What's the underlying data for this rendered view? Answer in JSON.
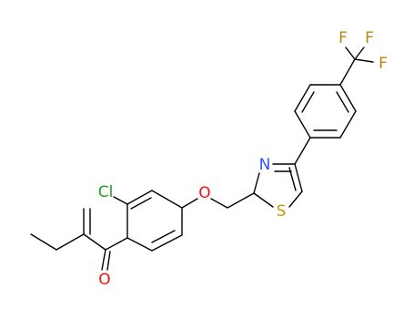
{
  "colors": {
    "bond": "#000000",
    "F": "#b8860b",
    "Cl": "#1fa01f",
    "O": "#ff0d0d",
    "N": "#3050f8",
    "S": "#b8a000"
  },
  "atoms": {
    "F1": "F",
    "F2": "F",
    "F3": "F",
    "N": "N",
    "Cl": "Cl",
    "O_ether": "O",
    "S": "S",
    "O_carbonyl": "O"
  }
}
